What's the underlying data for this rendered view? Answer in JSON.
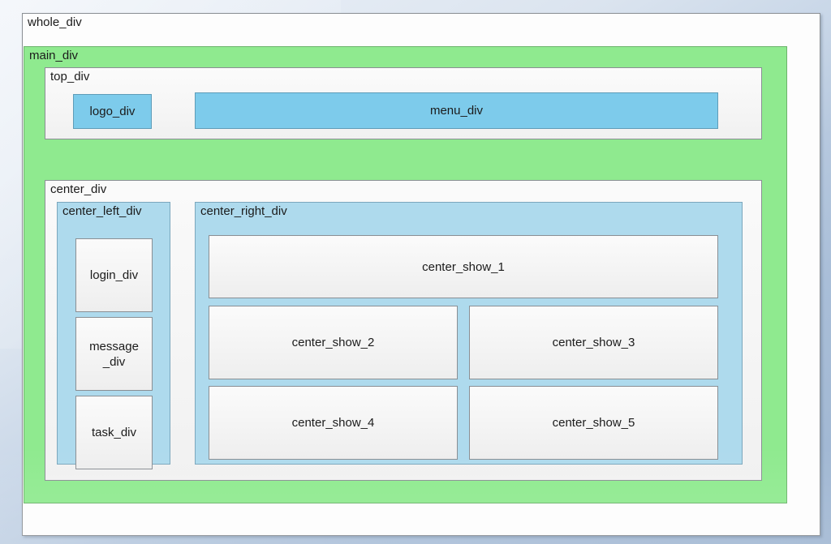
{
  "layout": {
    "whole_div": {
      "label": "whole_div"
    },
    "main_div": {
      "label": "main_div"
    },
    "top_div": {
      "label": "top_div",
      "logo_div": "logo_div",
      "menu_div": "menu_div"
    },
    "center_div": {
      "label": "center_div",
      "center_left_div": {
        "label": "center_left_div",
        "items": [
          {
            "label": "login_div"
          },
          {
            "label": "message\n_div"
          },
          {
            "label": "task_div"
          }
        ]
      },
      "center_right_div": {
        "label": "center_right_div",
        "items": [
          {
            "label": "center_show_1"
          },
          {
            "label": "center_show_2"
          },
          {
            "label": "center_show_3"
          },
          {
            "label": "center_show_4"
          },
          {
            "label": "center_show_5"
          }
        ]
      }
    }
  },
  "colors": {
    "main_fill": "#8fea8f",
    "accent_blue": "#7dcbeb",
    "light_blue": "#aedaed",
    "panel_fill": "#f4f4f4",
    "border": "#8a8f94",
    "text": "#1b1b1b",
    "desktop_top": "#e8eef6",
    "desktop_bottom": "#9fb6d2"
  }
}
